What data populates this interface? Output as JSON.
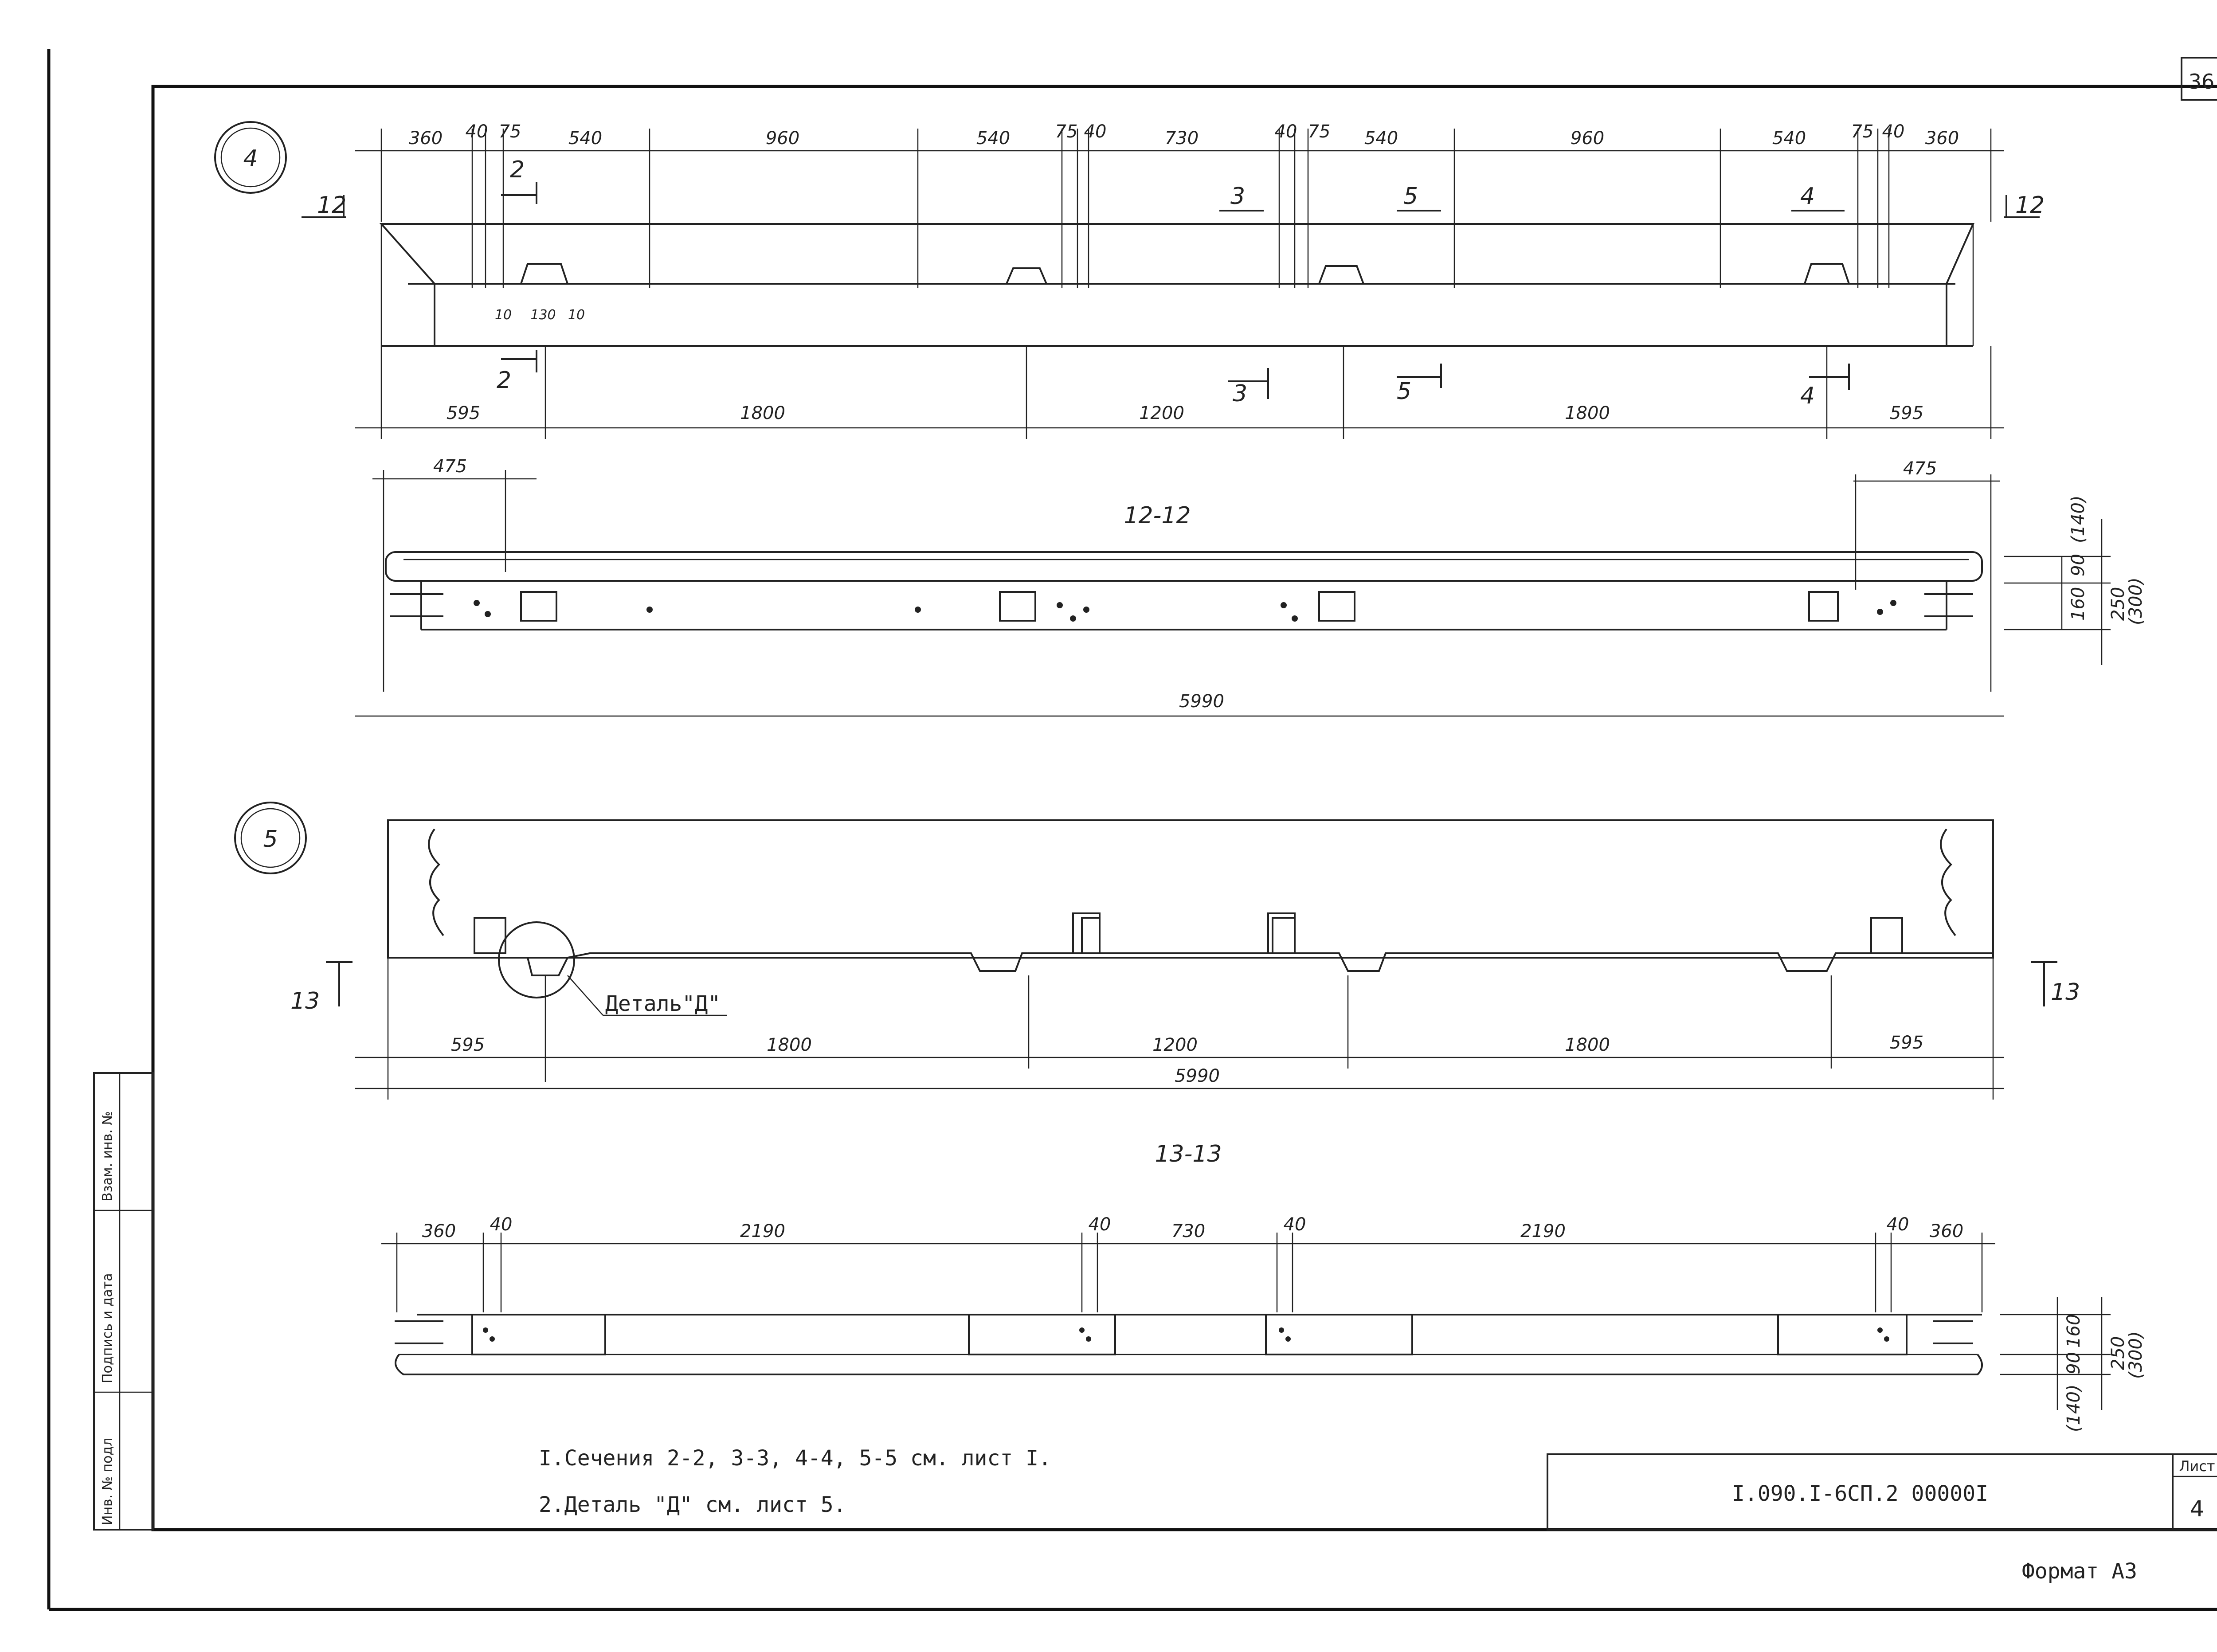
{
  "sheet": {
    "page_number": "36",
    "format": "Формат А3",
    "code": "I.090.I-6СП.2 00000I",
    "list_label": "Лист",
    "list_number": "4",
    "side_labels": [
      "Инв. № подл",
      "Подпись и дата",
      "Взам. инв. №"
    ]
  },
  "notes": [
    "I.Сечения 2-2, 3-3, 4-4, 5-5 см. лист I.",
    "2.Деталь \"Д\" см. лист 5."
  ],
  "view4": {
    "marker": "4",
    "top_dims": [
      "360",
      "40",
      "75",
      "540",
      "960",
      "540",
      "75",
      "40",
      "730",
      "40",
      "75",
      "540",
      "960",
      "540",
      "75",
      "40",
      "360"
    ],
    "bottom_dims": [
      "595",
      "1800",
      "1200",
      "1800",
      "595"
    ],
    "small_dims": [
      "10",
      "130",
      "10"
    ],
    "cuts": [
      "12",
      "12",
      "2",
      "2",
      "3",
      "3",
      "4",
      "4",
      "5",
      "5"
    ]
  },
  "section12": {
    "title": "12-12",
    "left_dim": "475",
    "right_dim": "475",
    "total": "5990",
    "height_dims": [
      "(140)",
      "90",
      "160",
      "250",
      "(300)"
    ]
  },
  "view5": {
    "marker": "5",
    "detail_label": "Деталь\"Д\"",
    "cuts": [
      "13",
      "13"
    ],
    "dims": [
      "595",
      "1800",
      "1200",
      "1800",
      "595"
    ],
    "total": "5990"
  },
  "section13": {
    "title": "13-13",
    "dims": [
      "360",
      "40",
      "2190",
      "40",
      "730",
      "40",
      "2190",
      "40",
      "360"
    ],
    "height_dims": [
      "160",
      "90",
      "(140)",
      "250",
      "(300)"
    ]
  }
}
